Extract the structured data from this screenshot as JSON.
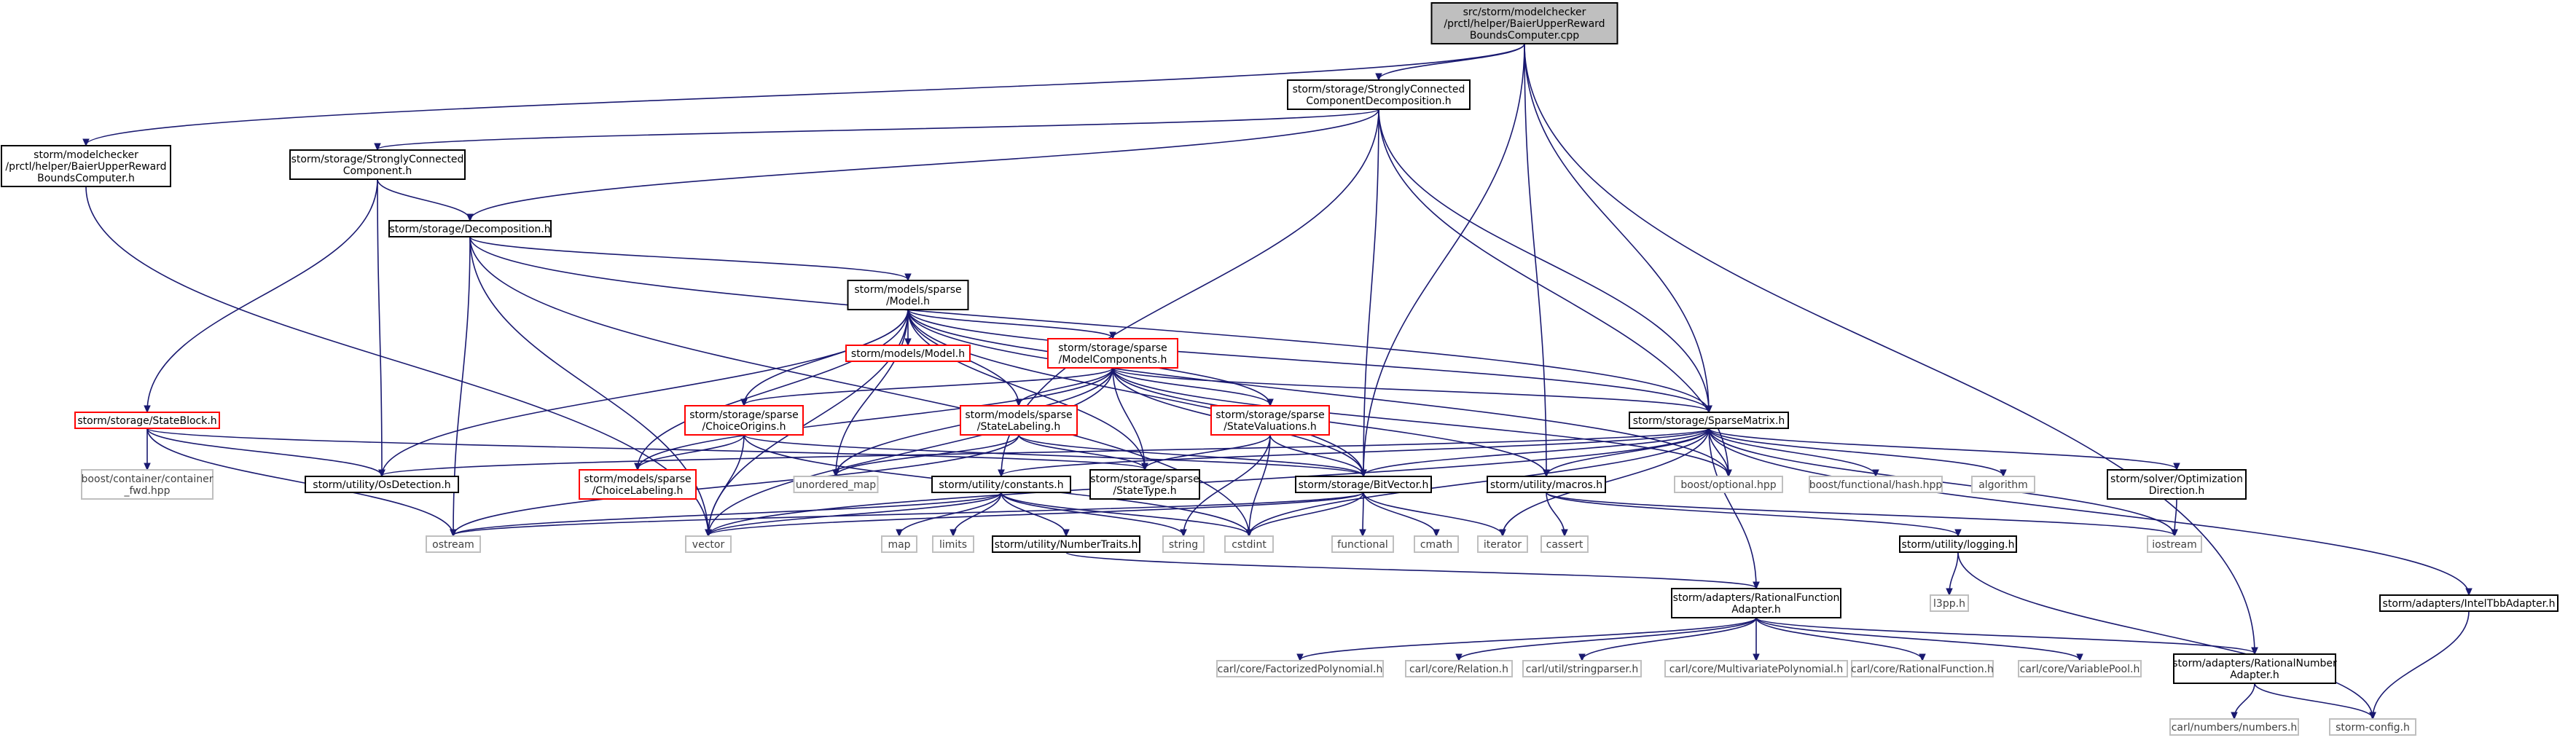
{
  "colors": {
    "edge": "#191970",
    "file_border": "#000000",
    "file_fill": "#ffffff",
    "root_fill": "#bfbfbf",
    "truncated_border": "#ff0000",
    "system_border": "#bfbfbf",
    "system_text": "#3f3f3f"
  },
  "nodes": [
    {
      "id": "root",
      "kind": "root",
      "lines": [
        "src/storm/modelchecker",
        "/prctl/helper/BaierUpperReward",
        "BoundsComputer.cpp"
      ]
    },
    {
      "id": "scc_decomp",
      "kind": "file",
      "lines": [
        "storm/storage/StronglyConnected",
        "ComponentDecomposition.h"
      ]
    },
    {
      "id": "bounds_h",
      "kind": "file",
      "lines": [
        "storm/modelchecker",
        "/prctl/helper/BaierUpperReward",
        "BoundsComputer.h"
      ]
    },
    {
      "id": "scc",
      "kind": "file",
      "lines": [
        "storm/storage/StronglyConnected",
        "Component.h"
      ]
    },
    {
      "id": "decomposition",
      "kind": "file",
      "lines": [
        "storm/storage/Decomposition.h"
      ]
    },
    {
      "id": "model",
      "kind": "file",
      "lines": [
        "storm/models/sparse",
        "/Model.h"
      ]
    },
    {
      "id": "models_model",
      "kind": "truncated",
      "lines": [
        "storm/models/Model.h"
      ]
    },
    {
      "id": "model_components",
      "kind": "truncated",
      "lines": [
        "storm/storage/sparse",
        "/ModelComponents.h"
      ]
    },
    {
      "id": "state_block",
      "kind": "truncated",
      "lines": [
        "storm/storage/StateBlock.h"
      ]
    },
    {
      "id": "choice_origins",
      "kind": "truncated",
      "lines": [
        "storm/storage/sparse",
        "/ChoiceOrigins.h"
      ]
    },
    {
      "id": "state_labeling",
      "kind": "truncated",
      "lines": [
        "storm/models/sparse",
        "/StateLabeling.h"
      ]
    },
    {
      "id": "state_valuations",
      "kind": "truncated",
      "lines": [
        "storm/storage/sparse",
        "/StateValuations.h"
      ]
    },
    {
      "id": "sparse_matrix",
      "kind": "file",
      "lines": [
        "storm/storage/SparseMatrix.h"
      ]
    },
    {
      "id": "boost_container",
      "kind": "system",
      "lines": [
        "boost/container/container",
        "_fwd.hpp"
      ]
    },
    {
      "id": "os_detection",
      "kind": "file",
      "lines": [
        "storm/utility/OsDetection.h"
      ]
    },
    {
      "id": "choice_labeling",
      "kind": "truncated",
      "lines": [
        "storm/models/sparse",
        "/ChoiceLabeling.h"
      ]
    },
    {
      "id": "unordered_map",
      "kind": "system",
      "lines": [
        "unordered_map"
      ]
    },
    {
      "id": "constants",
      "kind": "file",
      "lines": [
        "storm/utility/constants.h"
      ]
    },
    {
      "id": "state_type",
      "kind": "file",
      "lines": [
        "storm/storage/sparse",
        "/StateType.h"
      ]
    },
    {
      "id": "bitvector",
      "kind": "file",
      "lines": [
        "storm/storage/BitVector.h"
      ]
    },
    {
      "id": "macros",
      "kind": "file",
      "lines": [
        "storm/utility/macros.h"
      ]
    },
    {
      "id": "boost_optional",
      "kind": "system",
      "lines": [
        "boost/optional.hpp"
      ]
    },
    {
      "id": "boost_hash",
      "kind": "system",
      "lines": [
        "boost/functional/hash.hpp"
      ]
    },
    {
      "id": "algorithm",
      "kind": "system",
      "lines": [
        "algorithm"
      ]
    },
    {
      "id": "opt_direction",
      "kind": "file",
      "lines": [
        "storm/solver/Optimization",
        "Direction.h"
      ]
    },
    {
      "id": "ostream",
      "kind": "system",
      "lines": [
        "ostream"
      ]
    },
    {
      "id": "vector",
      "kind": "system",
      "lines": [
        "vector"
      ]
    },
    {
      "id": "map",
      "kind": "system",
      "lines": [
        "map"
      ]
    },
    {
      "id": "limits",
      "kind": "system",
      "lines": [
        "limits"
      ]
    },
    {
      "id": "number_traits",
      "kind": "file",
      "lines": [
        "storm/utility/NumberTraits.h"
      ]
    },
    {
      "id": "string",
      "kind": "system",
      "lines": [
        "string"
      ]
    },
    {
      "id": "cstdint",
      "kind": "system",
      "lines": [
        "cstdint"
      ]
    },
    {
      "id": "functional",
      "kind": "system",
      "lines": [
        "functional"
      ]
    },
    {
      "id": "cmath",
      "kind": "system",
      "lines": [
        "cmath"
      ]
    },
    {
      "id": "iterator",
      "kind": "system",
      "lines": [
        "iterator"
      ]
    },
    {
      "id": "cassert",
      "kind": "system",
      "lines": [
        "cassert"
      ]
    },
    {
      "id": "logging",
      "kind": "file",
      "lines": [
        "storm/utility/logging.h"
      ]
    },
    {
      "id": "iostream",
      "kind": "system",
      "lines": [
        "iostream"
      ]
    },
    {
      "id": "l3pp",
      "kind": "system",
      "lines": [
        "l3pp.h"
      ]
    },
    {
      "id": "intel_tbb",
      "kind": "file",
      "lines": [
        "storm/adapters/IntelTbbAdapter.h"
      ]
    },
    {
      "id": "rational_function_adapter",
      "kind": "file",
      "lines": [
        "storm/adapters/RationalFunction",
        "Adapter.h"
      ]
    },
    {
      "id": "factorized_poly",
      "kind": "system",
      "lines": [
        "carl/core/FactorizedPolynomial.h"
      ]
    },
    {
      "id": "relation",
      "kind": "system",
      "lines": [
        "carl/core/Relation.h"
      ]
    },
    {
      "id": "stringparser",
      "kind": "system",
      "lines": [
        "carl/util/stringparser.h"
      ]
    },
    {
      "id": "multivariate_poly",
      "kind": "system",
      "lines": [
        "carl/core/MultivariatePolynomial.h"
      ]
    },
    {
      "id": "rational_function",
      "kind": "system",
      "lines": [
        "carl/core/RationalFunction.h"
      ]
    },
    {
      "id": "variable_pool",
      "kind": "system",
      "lines": [
        "carl/core/VariablePool.h"
      ]
    },
    {
      "id": "rational_number_adapter",
      "kind": "file",
      "lines": [
        "storm/adapters/RationalNumber",
        "Adapter.h"
      ]
    },
    {
      "id": "numbers",
      "kind": "system",
      "lines": [
        "carl/numbers/numbers.h"
      ]
    },
    {
      "id": "storm_config",
      "kind": "system",
      "lines": [
        "storm-config.h"
      ]
    }
  ],
  "edges": [
    [
      "root",
      "scc_decomp"
    ],
    [
      "root",
      "bounds_h"
    ],
    [
      "root",
      "sparse_matrix"
    ],
    [
      "root",
      "bitvector"
    ],
    [
      "root",
      "macros"
    ],
    [
      "root",
      "rational_number_adapter"
    ],
    [
      "scc_decomp",
      "scc"
    ],
    [
      "scc_decomp",
      "decomposition"
    ],
    [
      "scc_decomp",
      "sparse_matrix"
    ],
    [
      "scc_decomp",
      "bitvector"
    ],
    [
      "scc_decomp",
      "boost_optional"
    ],
    [
      "scc_decomp",
      "constants"
    ],
    [
      "bounds_h",
      "vector"
    ],
    [
      "scc",
      "decomposition"
    ],
    [
      "scc",
      "state_block"
    ],
    [
      "scc",
      "os_detection"
    ],
    [
      "decomposition",
      "model"
    ],
    [
      "decomposition",
      "sparse_matrix"
    ],
    [
      "decomposition",
      "ostream"
    ],
    [
      "decomposition",
      "vector"
    ],
    [
      "decomposition",
      "cstdint"
    ],
    [
      "model",
      "models_model"
    ],
    [
      "model",
      "model_components"
    ],
    [
      "model",
      "choice_origins"
    ],
    [
      "model",
      "state_labeling"
    ],
    [
      "model",
      "state_valuations"
    ],
    [
      "model",
      "sparse_matrix"
    ],
    [
      "model",
      "os_detection"
    ],
    [
      "model",
      "choice_labeling"
    ],
    [
      "model",
      "unordered_map"
    ],
    [
      "model",
      "state_type"
    ],
    [
      "model",
      "bitvector"
    ],
    [
      "model",
      "boost_optional"
    ],
    [
      "model",
      "vector"
    ],
    [
      "model_components",
      "choice_origins"
    ],
    [
      "model_components",
      "state_labeling"
    ],
    [
      "model_components",
      "state_valuations"
    ],
    [
      "model_components",
      "sparse_matrix"
    ],
    [
      "model_components",
      "choice_labeling"
    ],
    [
      "model_components",
      "unordered_map"
    ],
    [
      "model_components",
      "state_type"
    ],
    [
      "model_components",
      "bitvector"
    ],
    [
      "model_components",
      "macros"
    ],
    [
      "model_components",
      "boost_optional"
    ],
    [
      "model_components",
      "vector"
    ],
    [
      "state_block",
      "boost_container"
    ],
    [
      "state_block",
      "os_detection"
    ],
    [
      "state_block",
      "state_type"
    ],
    [
      "state_block",
      "ostream"
    ],
    [
      "choice_origins",
      "choice_labeling"
    ],
    [
      "choice_origins",
      "bitvector"
    ],
    [
      "choice_origins",
      "vector"
    ],
    [
      "choice_origins",
      "cstdint"
    ],
    [
      "state_labeling",
      "state_type"
    ],
    [
      "state_labeling",
      "bitvector"
    ],
    [
      "state_labeling",
      "ostream"
    ],
    [
      "state_labeling",
      "unordered_map"
    ],
    [
      "state_valuations",
      "state_type"
    ],
    [
      "state_valuations",
      "bitvector"
    ],
    [
      "state_valuations",
      "string"
    ],
    [
      "state_valuations",
      "cstdint"
    ],
    [
      "sparse_matrix",
      "os_detection"
    ],
    [
      "sparse_matrix",
      "constants"
    ],
    [
      "sparse_matrix",
      "bitvector"
    ],
    [
      "sparse_matrix",
      "macros"
    ],
    [
      "sparse_matrix",
      "boost_optional"
    ],
    [
      "sparse_matrix",
      "boost_hash"
    ],
    [
      "sparse_matrix",
      "algorithm"
    ],
    [
      "sparse_matrix",
      "opt_direction"
    ],
    [
      "sparse_matrix",
      "iostream"
    ],
    [
      "sparse_matrix",
      "vector"
    ],
    [
      "sparse_matrix",
      "cstdint"
    ],
    [
      "sparse_matrix",
      "iterator"
    ],
    [
      "sparse_matrix",
      "rational_function_adapter"
    ],
    [
      "sparse_matrix",
      "intel_tbb"
    ],
    [
      "constants",
      "ostream"
    ],
    [
      "constants",
      "vector"
    ],
    [
      "constants",
      "map"
    ],
    [
      "constants",
      "limits"
    ],
    [
      "constants",
      "number_traits"
    ],
    [
      "constants",
      "string"
    ],
    [
      "constants",
      "cstdint"
    ],
    [
      "bitvector",
      "ostream"
    ],
    [
      "bitvector",
      "vector"
    ],
    [
      "bitvector",
      "cstdint"
    ],
    [
      "bitvector",
      "functional"
    ],
    [
      "bitvector",
      "cmath"
    ],
    [
      "bitvector",
      "iterator"
    ],
    [
      "macros",
      "cassert"
    ],
    [
      "macros",
      "iostream"
    ],
    [
      "macros",
      "logging"
    ],
    [
      "opt_direction",
      "iostream"
    ],
    [
      "logging",
      "l3pp"
    ],
    [
      "logging",
      "storm_config"
    ],
    [
      "number_traits",
      "rational_function_adapter"
    ],
    [
      "rational_function_adapter",
      "factorized_poly"
    ],
    [
      "rational_function_adapter",
      "relation"
    ],
    [
      "rational_function_adapter",
      "stringparser"
    ],
    [
      "rational_function_adapter",
      "multivariate_poly"
    ],
    [
      "rational_function_adapter",
      "rational_function"
    ],
    [
      "rational_function_adapter",
      "variable_pool"
    ],
    [
      "rational_function_adapter",
      "rational_number_adapter"
    ],
    [
      "rational_number_adapter",
      "numbers"
    ],
    [
      "rational_number_adapter",
      "storm_config"
    ],
    [
      "intel_tbb",
      "storm_config"
    ]
  ]
}
